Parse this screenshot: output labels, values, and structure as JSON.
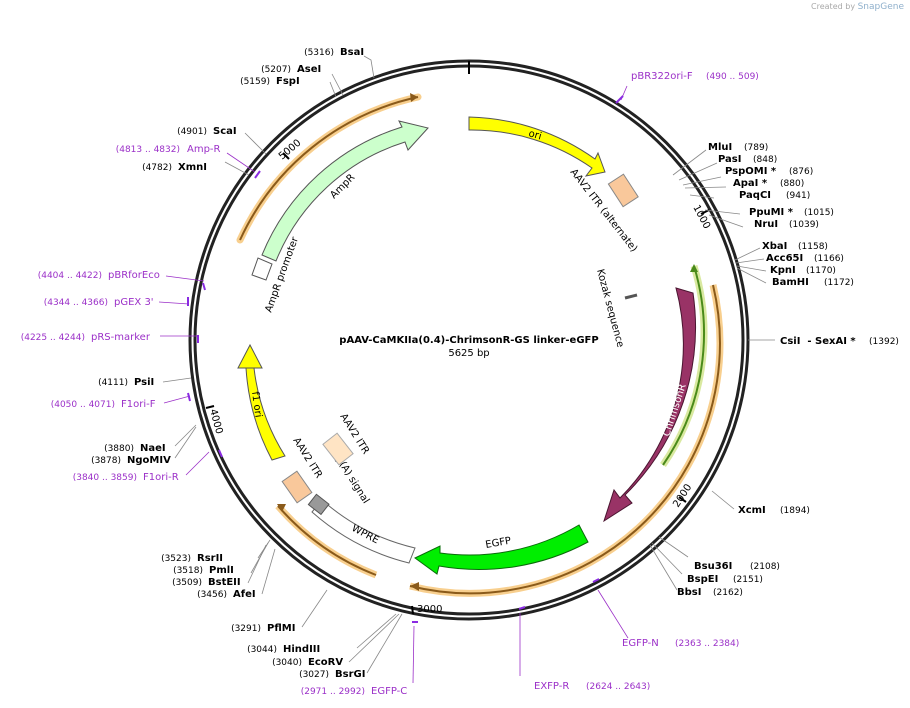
{
  "credit": {
    "prefix": "Created by",
    "brand": "SnapGene"
  },
  "plasmid": {
    "name": "pAAV-CaMKIIa(0.4)-ChrimsonR-GS linker-eGFP",
    "size_label": "5625 bp",
    "length": 5625
  },
  "ticks": [
    {
      "label": "1000",
      "pos": 1000
    },
    {
      "label": "2000",
      "pos": 2000
    },
    {
      "label": "3000",
      "pos": 3000
    },
    {
      "label": "4000",
      "pos": 4000
    },
    {
      "label": "5000",
      "pos": 5000
    }
  ],
  "enzymes": [
    {
      "name": "BsaI",
      "pos": "(5316)"
    },
    {
      "name": "AseI",
      "pos": "(5207)"
    },
    {
      "name": "FspI",
      "pos": "(5159)"
    },
    {
      "name": "ScaI",
      "pos": "(4901)"
    },
    {
      "name": "XmnI",
      "pos": "(4782)"
    },
    {
      "name": "MluI",
      "pos": "(789)"
    },
    {
      "name": "PasI",
      "pos": "(848)"
    },
    {
      "name": "PspOMI *",
      "pos": "(876)"
    },
    {
      "name": "ApaI *",
      "pos": "(880)"
    },
    {
      "name": "PaqCI",
      "pos": "(941)"
    },
    {
      "name": "PpuMI *",
      "pos": "(1015)"
    },
    {
      "name": "NruI",
      "pos": "(1039)"
    },
    {
      "name": "XbaI",
      "pos": "(1158)"
    },
    {
      "name": "Acc65I",
      "pos": "(1166)"
    },
    {
      "name": "KpnI",
      "pos": "(1170)"
    },
    {
      "name": "BamHI",
      "pos": "(1172)"
    },
    {
      "name": "CsiI  - SexAI *",
      "pos": "(1392)"
    },
    {
      "name": "XcmI",
      "pos": "(1894)"
    },
    {
      "name": "Bsu36I",
      "pos": "(2108)"
    },
    {
      "name": "BspEI",
      "pos": "(2151)"
    },
    {
      "name": "BbsI",
      "pos": "(2162)"
    },
    {
      "name": "PsiI",
      "pos": "(4111)"
    },
    {
      "name": "NaeI",
      "pos": "(3880)"
    },
    {
      "name": "NgoMIV",
      "pos": "(3878)"
    },
    {
      "name": "RsrII",
      "pos": "(3523)"
    },
    {
      "name": "PmlI",
      "pos": "(3518)"
    },
    {
      "name": "BstEII",
      "pos": "(3509)"
    },
    {
      "name": "AfeI",
      "pos": "(3456)"
    },
    {
      "name": "PflMI",
      "pos": "(3291)"
    },
    {
      "name": "HindIII",
      "pos": "(3044)"
    },
    {
      "name": "EcoRV",
      "pos": "(3040)"
    },
    {
      "name": "BsrGI",
      "pos": "(3027)"
    }
  ],
  "primers": [
    {
      "name": "pBR322ori-F",
      "range": "(490 .. 509)"
    },
    {
      "name": "Amp-R",
      "range": "(4813 .. 4832)"
    },
    {
      "name": "pBRforEco",
      "range": "(4404 .. 4422)"
    },
    {
      "name": "pGEX 3'",
      "range": "(4344 .. 4366)"
    },
    {
      "name": "pRS-marker",
      "range": "(4225 .. 4244)"
    },
    {
      "name": "F1ori-F",
      "range": "(4050 .. 4071)"
    },
    {
      "name": "F1ori-R",
      "range": "(3840 .. 3859)"
    },
    {
      "name": "EGFP-N",
      "range": "(2363 .. 2384)"
    },
    {
      "name": "EXFP-R",
      "range": "(2624 .. 2643)"
    },
    {
      "name": "EGFP-C",
      "range": "(2971 .. 2992)"
    }
  ],
  "features": [
    {
      "name": "ori",
      "color": "#ffff00"
    },
    {
      "name": "AAV2 ITR (alternate)",
      "color": "#f9c89b"
    },
    {
      "name": "Kozak sequence",
      "color": "#cccccc"
    },
    {
      "name": "ChrimsonR",
      "color": "#993366"
    },
    {
      "name": "EGFP",
      "color": "#00ff00"
    },
    {
      "name": "WPRE",
      "color": "#ffffff"
    },
    {
      "name": "poly(A) signal",
      "color": "#999999"
    },
    {
      "name": "AAV2 ITR",
      "color": "#f9c89b"
    },
    {
      "name": "AAV2 ITR",
      "color": "#ffe4c4"
    },
    {
      "name": "f1 ori",
      "color": "#ffff00"
    },
    {
      "name": "AmpR promoter",
      "color": "#ffffff"
    },
    {
      "name": "AmpR",
      "color": "#ccffcc"
    }
  ]
}
